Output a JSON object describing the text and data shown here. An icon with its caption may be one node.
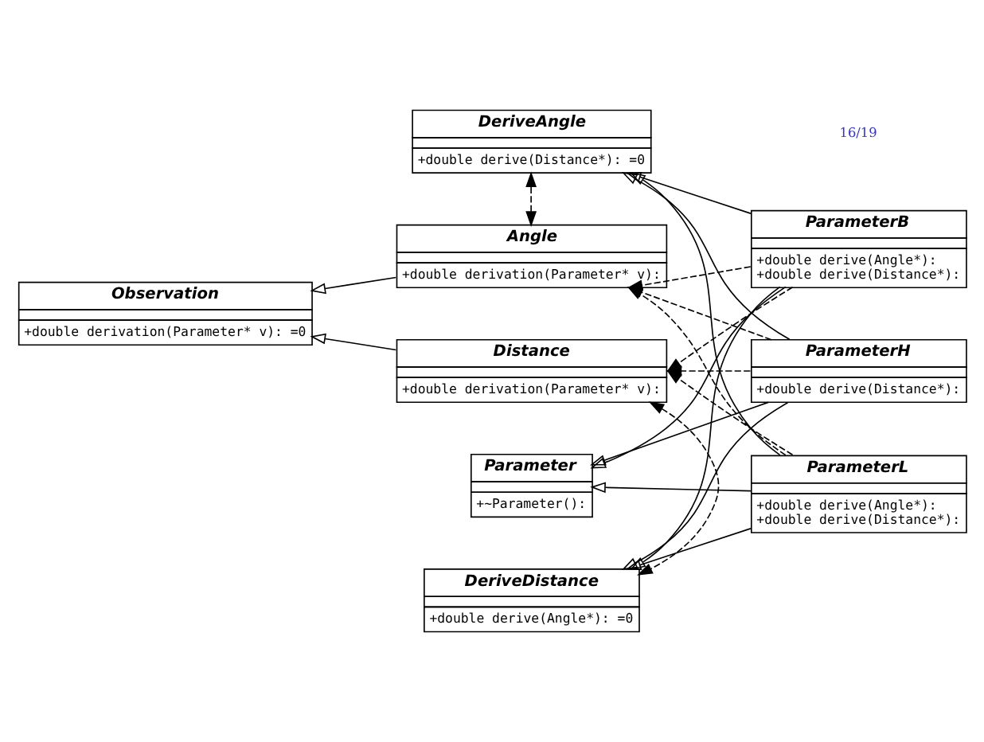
{
  "diagram": {
    "nodes": [
      {
        "text": [
          "Observation",
          "+double derivation(Parameter* v): =0"
        ]
      },
      {
        "text": [
          "Parameter",
          "+~Parameter():"
        ]
      },
      {
        "text": [
          "DeriveDistance",
          "+double derive(Angle*): =0"
        ]
      },
      {
        "text": [
          "DeriveAngle",
          "+double derive(Distance*): =0"
        ]
      },
      {
        "text": [
          "Distance",
          "+double derivation(Parameter* v):"
        ]
      },
      {
        "text": [
          "ParameterB",
          "+double derive(Angle*):",
          "+double derive(Distance*):"
        ]
      },
      {
        "text": [
          "Angle",
          "+double derivation(Parameter* v):"
        ]
      },
      {
        "text": [
          "ParameterH",
          "+double derive(Distance*):"
        ]
      },
      {
        "text": [
          "ParameterL",
          "+double derive(Angle*):",
          "+double derive(Distance*):"
        ]
      }
    ],
    "edges": [
      {
        "from": 4,
        "to": 0,
        "arrow": "to"
      },
      {
        "from": 6,
        "to": 0,
        "arrow": "to"
      },
      {
        "from": 5,
        "to": 1,
        "arrow": "to"
      },
      {
        "from": 5,
        "to": 2,
        "arrow": "to"
      },
      {
        "from": 5,
        "to": 3,
        "arrow": "to"
      },
      {
        "from": 7,
        "to": 1,
        "arrow": "to"
      },
      {
        "from": 7,
        "to": 2,
        "arrow": "to"
      },
      {
        "from": 7,
        "to": 3,
        "arrow": "to"
      },
      {
        "from": 8,
        "to": 1,
        "arrow": "to"
      },
      {
        "from": 8,
        "to": 2,
        "arrow": "to"
      },
      {
        "from": 8,
        "to": 3,
        "arrow": "to"
      },
      {
        "from": 4,
        "to": 2,
        "arrow": "both",
        "style": "dashed"
      },
      {
        "from": 6,
        "to": 3,
        "arrow": "both",
        "style": "dashed"
      },
      {
        "from": 5,
        "to": 4,
        "arrow": "to",
        "style": "dashed"
      },
      {
        "from": 5,
        "to": 6,
        "arrow": "to",
        "style": "dashed"
      },
      {
        "from": 7,
        "to": 4,
        "arrow": "to",
        "style": "dashed"
      },
      {
        "from": 7,
        "to": 6,
        "arrow": "to",
        "style": "dashed"
      },
      {
        "from": 8,
        "to": 4,
        "arrow": "to",
        "style": "dashed"
      },
      {
        "from": 8,
        "to": 6,
        "arrow": "to",
        "style": "dashed"
      }
    ],
    "labels": [
      "16/19"
    ]
  }
}
